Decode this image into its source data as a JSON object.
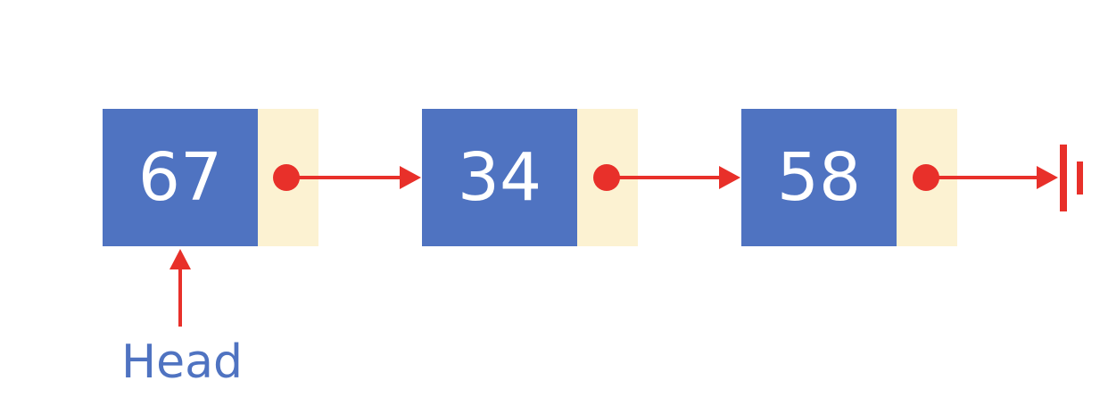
{
  "colors": {
    "data_cell": "#4f73c1",
    "pointer_cell": "#fcf2d2",
    "pointer": "#e8302a",
    "head_label": "#4f73c1"
  },
  "nodes": [
    {
      "value": "67"
    },
    {
      "value": "34"
    },
    {
      "value": "58"
    }
  ],
  "head": {
    "label": "Head"
  },
  "terminator": {
    "icon": "null-ground-icon"
  }
}
